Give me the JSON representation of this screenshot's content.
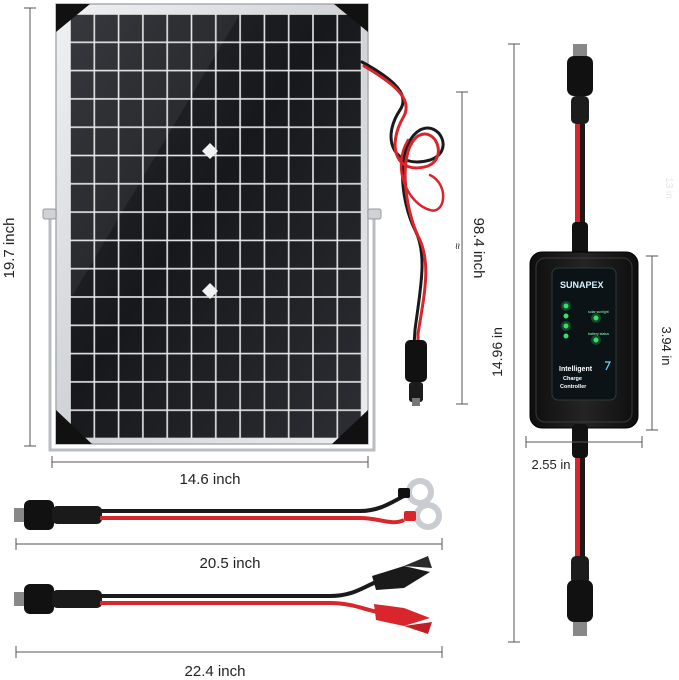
{
  "product": {
    "brand": "SUNAPEX",
    "controller_line1": "Intelligent",
    "controller_line2": "Charge",
    "controller_line3": "Controller",
    "led_label_1": "solar sunlight",
    "led_label_2": "battery status"
  },
  "dimensions": {
    "panel_height": "19.7 inch",
    "panel_width": "14.6 inch",
    "cable_length": "98.4 inch",
    "cable_break_mark": "≈",
    "controller_cable_length": "14.96 in",
    "controller_height": "3.94 in",
    "controller_width": "2.55 in",
    "ring_cable_length": "20.5 inch",
    "clip_cable_length": "22.4 inch",
    "faint_mark": "13 in"
  },
  "colors": {
    "frame": "#d7d9dc",
    "cell": "#1a1c20",
    "grid": "#e8e8e8",
    "red_wire": "#d8262c",
    "black_wire": "#1a1a1a",
    "led": "#36e06a",
    "controller": "#141414"
  }
}
